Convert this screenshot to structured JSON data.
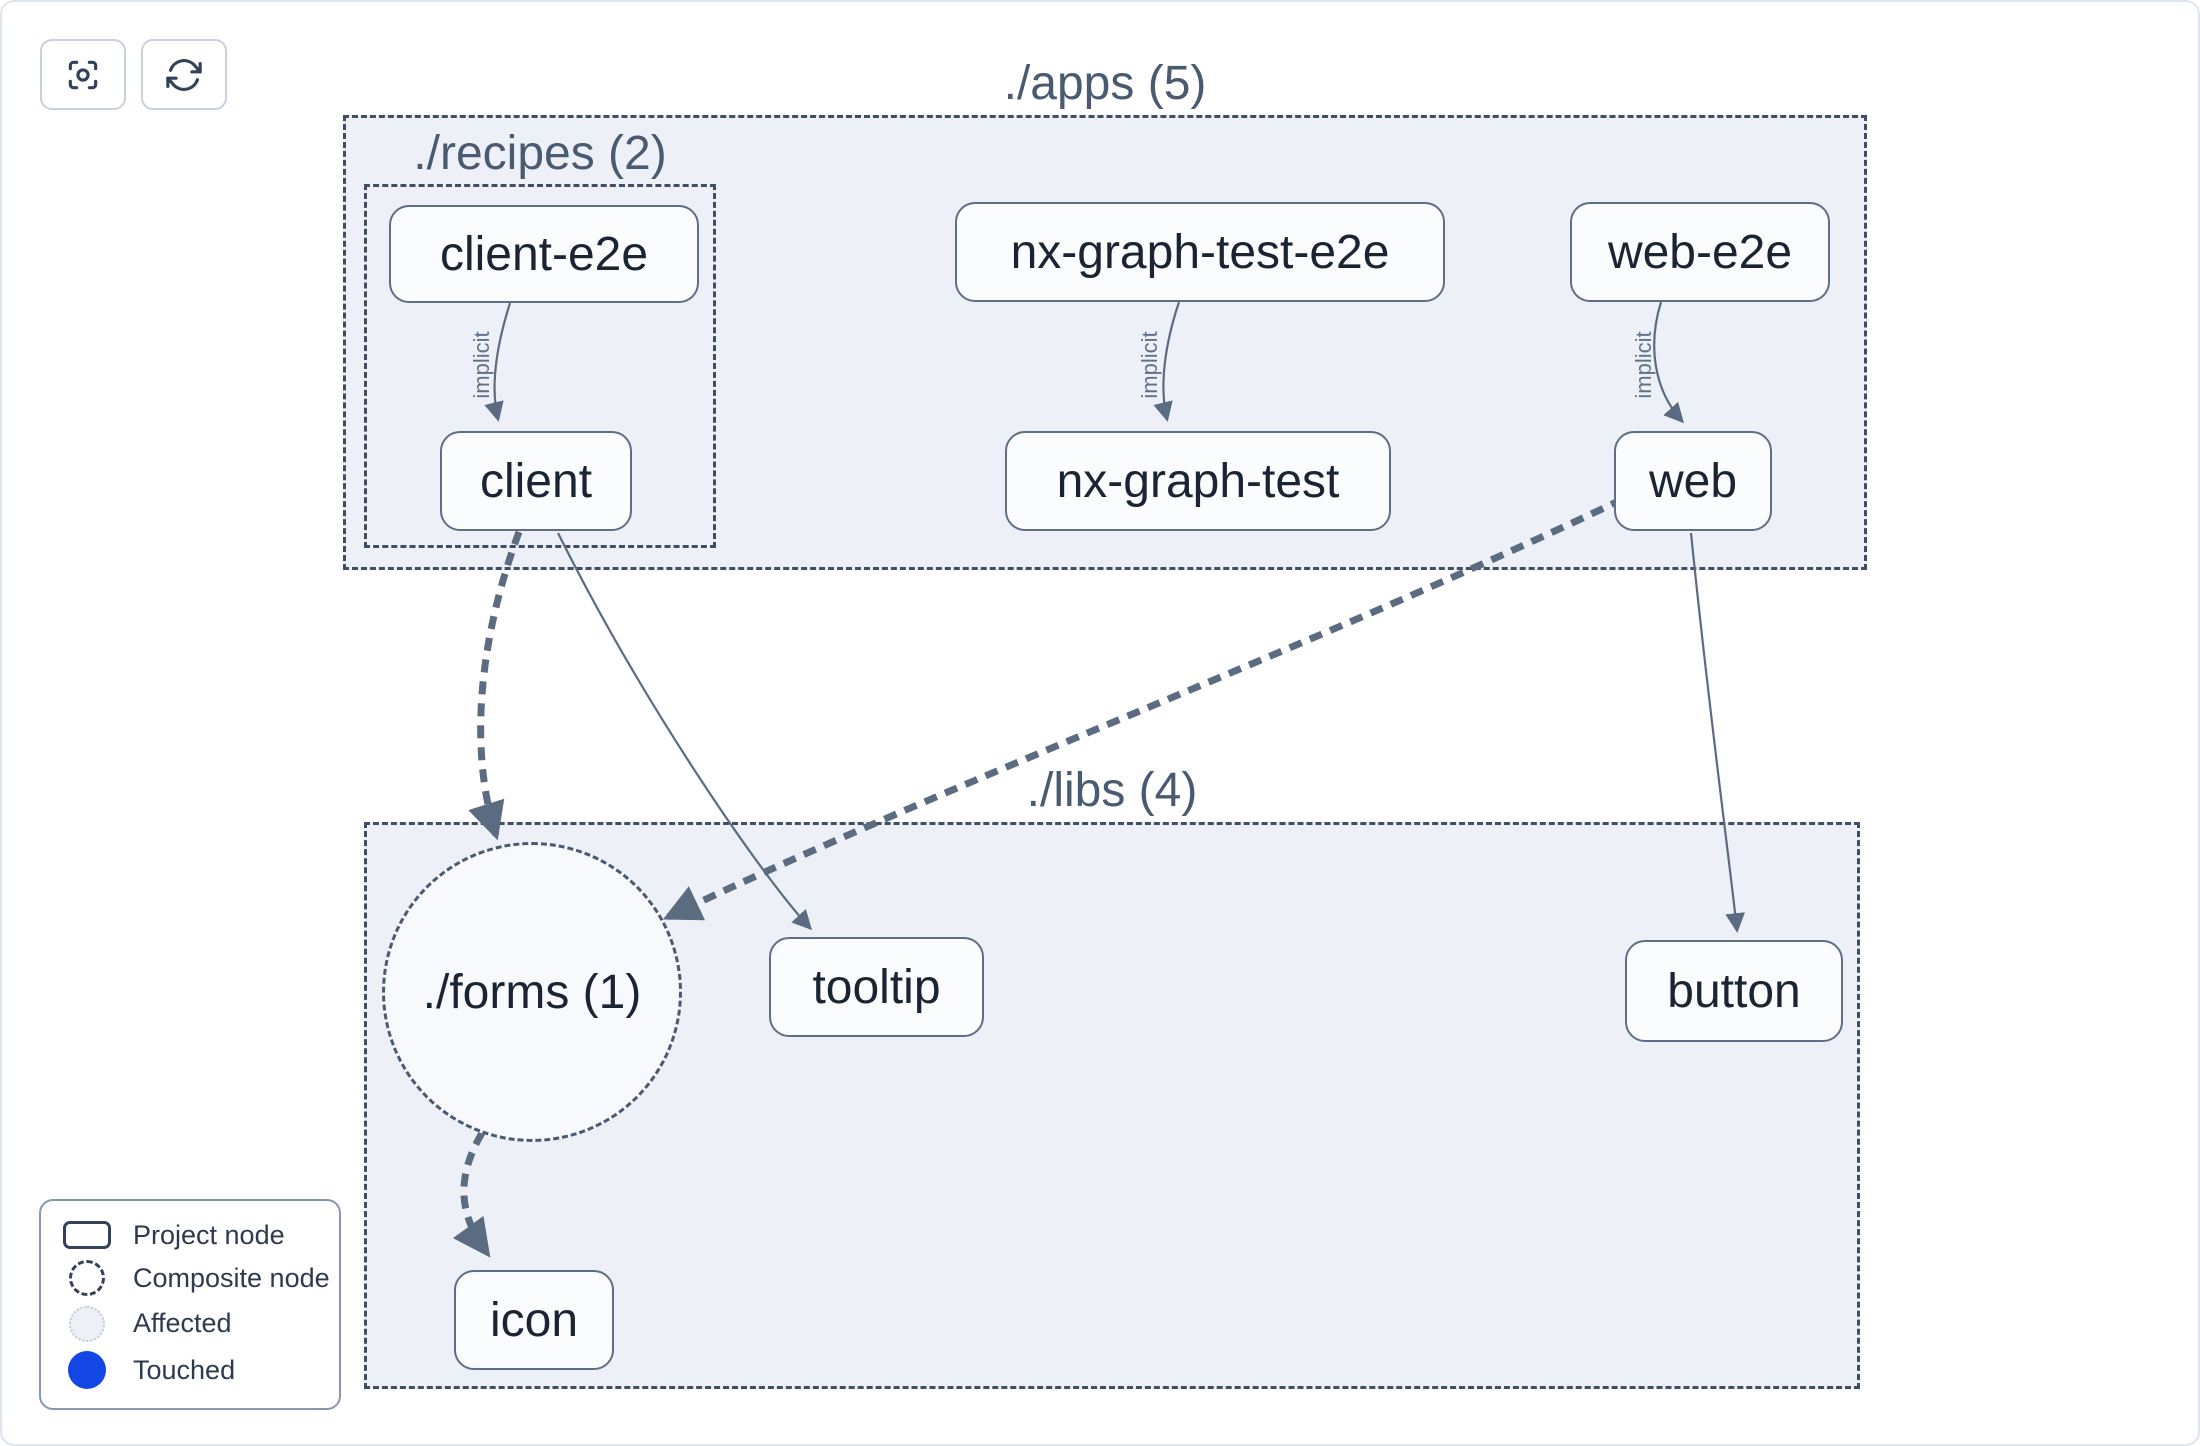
{
  "toolbar": {
    "buttons": [
      {
        "name": "focus-view",
        "icon": "crosshair-focus-icon"
      },
      {
        "name": "refresh",
        "icon": "refresh-icon"
      }
    ]
  },
  "graph": {
    "groups": [
      {
        "id": "apps",
        "label": "./apps (5)"
      },
      {
        "id": "recipes",
        "label": "./recipes (2)"
      },
      {
        "id": "libs",
        "label": "./libs (4)"
      }
    ],
    "composite_nodes": [
      {
        "id": "forms",
        "label": "./forms (1)"
      }
    ],
    "project_nodes": [
      {
        "id": "client-e2e",
        "label": "client-e2e",
        "group": "recipes"
      },
      {
        "id": "client",
        "label": "client",
        "group": "recipes"
      },
      {
        "id": "nx-graph-test-e2e",
        "label": "nx-graph-test-e2e",
        "group": "apps"
      },
      {
        "id": "nx-graph-test",
        "label": "nx-graph-test",
        "group": "apps"
      },
      {
        "id": "web-e2e",
        "label": "web-e2e",
        "group": "apps"
      },
      {
        "id": "web",
        "label": "web",
        "group": "apps"
      },
      {
        "id": "tooltip",
        "label": "tooltip",
        "group": "libs"
      },
      {
        "id": "button",
        "label": "button",
        "group": "libs"
      },
      {
        "id": "icon",
        "label": "icon",
        "group": "libs"
      }
    ],
    "edges": [
      {
        "from": "client-e2e",
        "to": "client",
        "label": "implicit",
        "style": "solid-thin"
      },
      {
        "from": "nx-graph-test-e2e",
        "to": "nx-graph-test",
        "label": "implicit",
        "style": "solid-thin"
      },
      {
        "from": "web-e2e",
        "to": "web",
        "label": "implicit",
        "style": "solid-thin"
      },
      {
        "from": "client",
        "to": "./forms",
        "label": "",
        "style": "dashed-thick"
      },
      {
        "from": "client",
        "to": "tooltip",
        "label": "",
        "style": "solid-thin"
      },
      {
        "from": "web",
        "to": "./forms",
        "label": "",
        "style": "dashed-thick"
      },
      {
        "from": "web",
        "to": "button",
        "label": "",
        "style": "solid-thin"
      },
      {
        "from": "./forms",
        "to": "icon",
        "label": "",
        "style": "dashed-thick"
      }
    ]
  },
  "legend": {
    "items": [
      {
        "label": "Project node",
        "icon": "project-node-swatch"
      },
      {
        "label": "Composite node",
        "icon": "composite-node-swatch"
      },
      {
        "label": "Affected",
        "icon": "affected-swatch"
      },
      {
        "label": "Touched",
        "icon": "touched-swatch"
      }
    ]
  },
  "colors": {
    "group_fill": "#edf1f7",
    "node_fill": "#fbfcfe",
    "node_border": "#5e6e86",
    "edge": "#5b6b82",
    "touched_blue": "#1347e5",
    "group_title": "#4a5a70",
    "node_text": "#1a2433"
  }
}
